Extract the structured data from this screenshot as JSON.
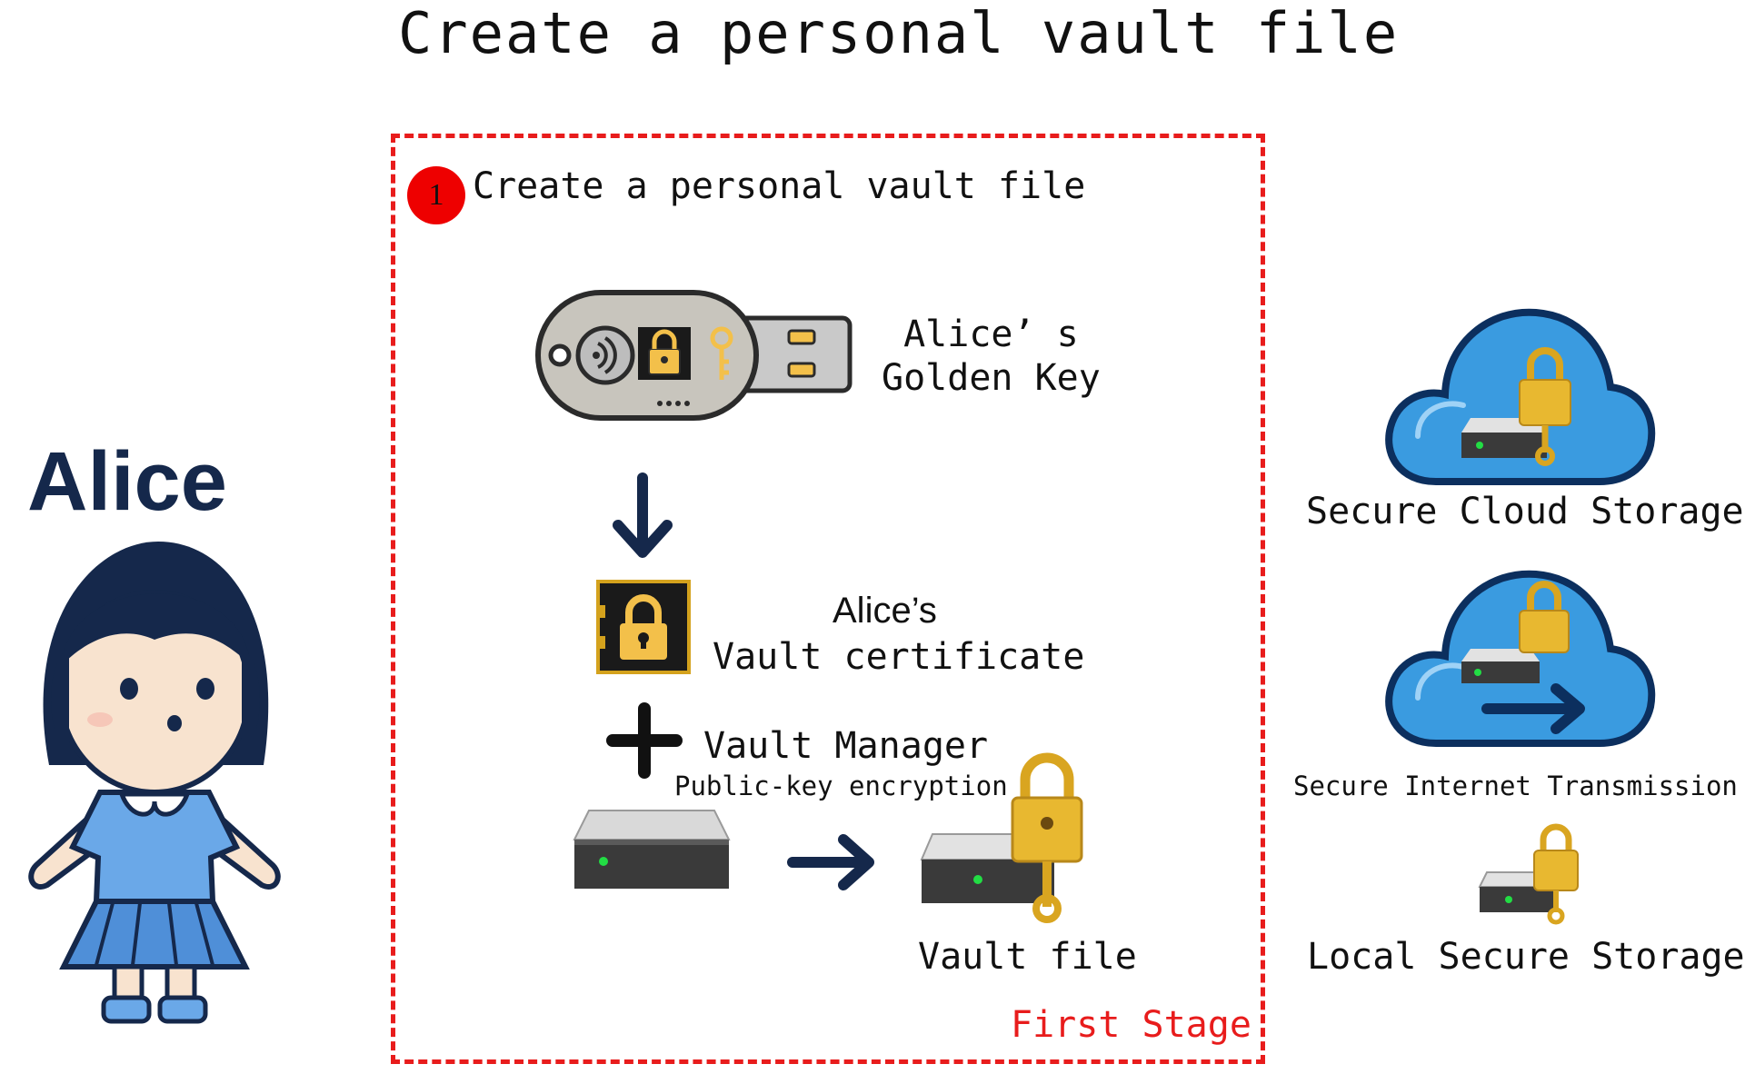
{
  "title": "Create a personal vault file",
  "stage": {
    "step_number": "1",
    "step_label": "Create a personal vault file",
    "stage_label": "First Stage"
  },
  "user": {
    "name": "Alice"
  },
  "items": {
    "golden_key": "Alice’ s\nGolden Key",
    "vault_certificate_title": "Alice’s",
    "vault_certificate_subtitle": "Vault certificate",
    "vault_manager": "Vault Manager",
    "encryption": "Public-key encryption",
    "vault_file": "Vault file"
  },
  "storage_options": {
    "cloud": "Secure Cloud Storage",
    "transmission": "Secure Internet Transmission",
    "local": "Local Secure Storage"
  },
  "colors": {
    "stage_border": "#e81c1c",
    "badge": "#ee0000",
    "navy": "#15284b",
    "cloud": "#3a9be0",
    "gold": "#e8b830"
  }
}
